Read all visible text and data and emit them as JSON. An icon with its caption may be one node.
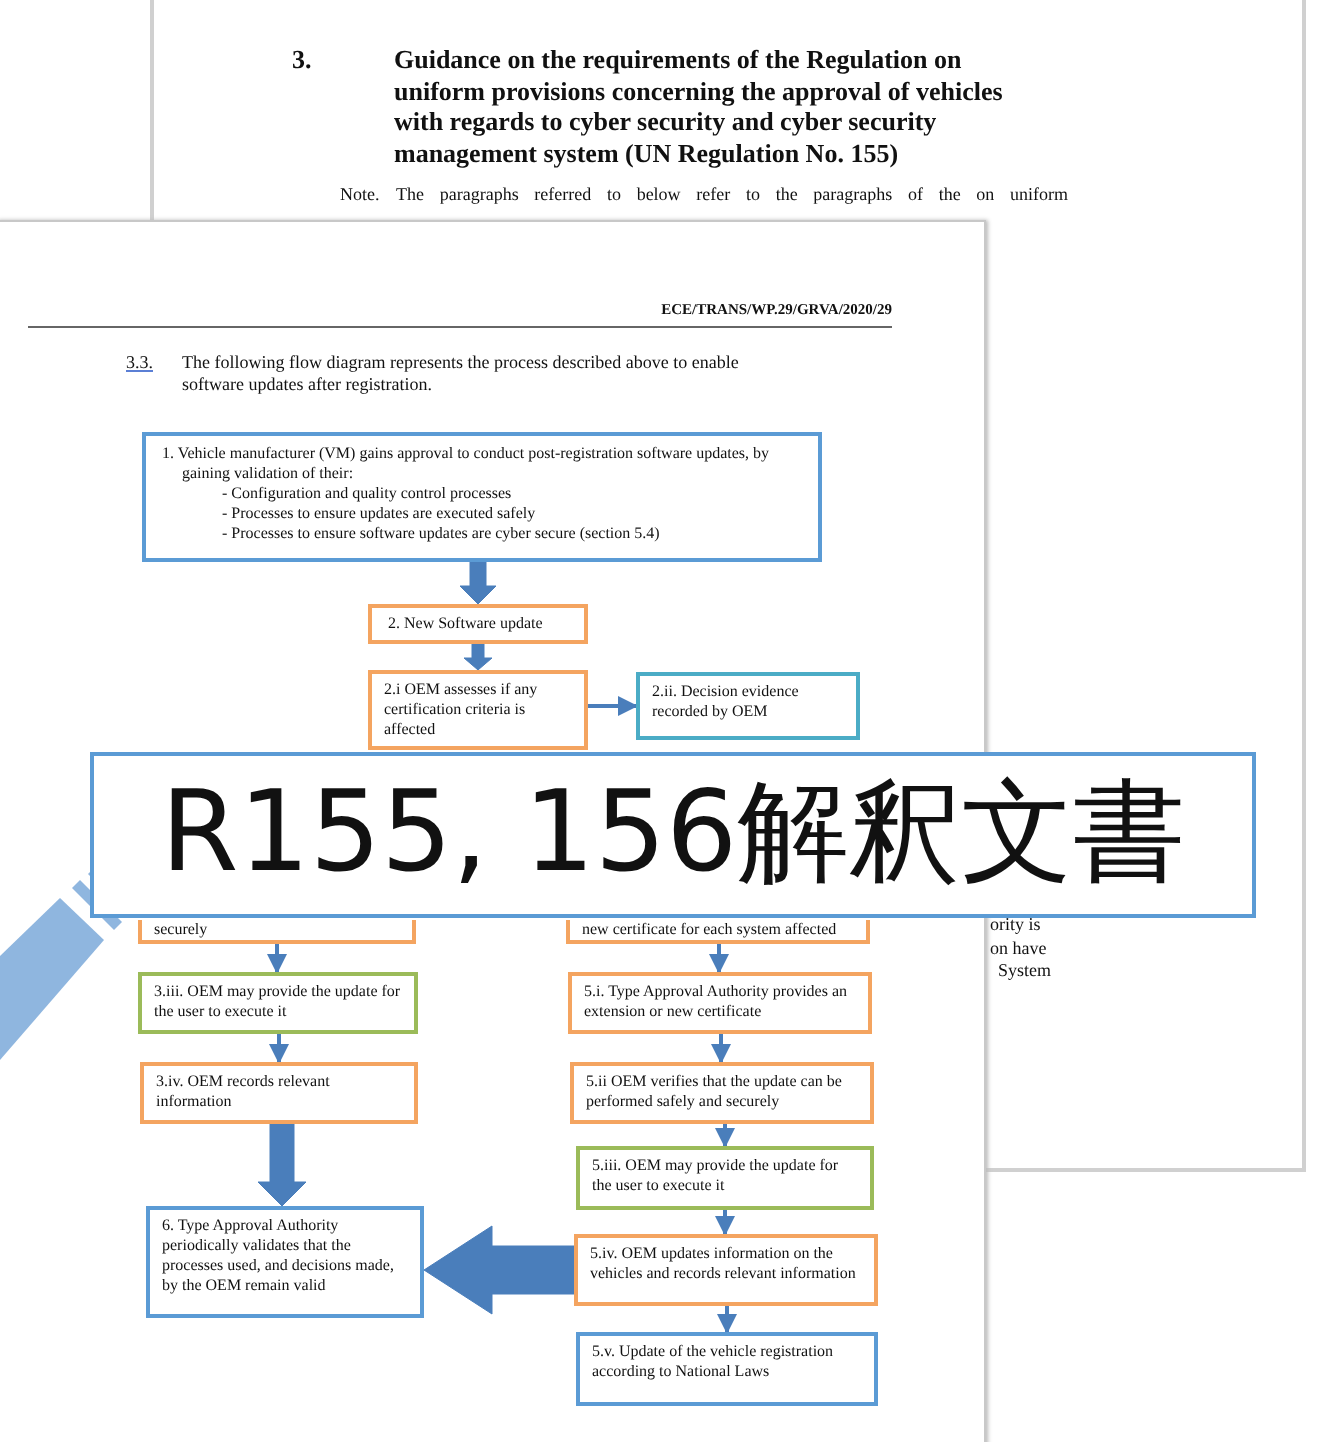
{
  "diagram": {
    "nodes": [
      {
        "text": [
          "1. Vehicle manufacturer (VM) gains approval to conduct post-registration software updates, by gaining validation of their:",
          "- Configuration and quality control processes",
          "- Processes to ensure updates are executed safely",
          "- Processes to ensure software updates are cyber secure (section 5.4)"
        ]
      },
      {
        "text": [
          "2. New Software update"
        ]
      },
      {
        "text": [
          "2.i OEM assesses if any certification criteria is affected"
        ]
      },
      {
        "text": [
          "2.ii. Decision evidence recorded by OEM"
        ]
      },
      {
        "text": [
          "R155, 156解釈文書"
        ]
      },
      {
        "text": [
          "securely"
        ]
      },
      {
        "text": [
          "new certificate for each system affected"
        ]
      },
      {
        "text": [
          "3.iii. OEM may provide the update for the user to execute it"
        ]
      },
      {
        "text": [
          "3.iv. OEM records relevant information"
        ]
      },
      {
        "text": [
          "6. Type Approval Authority periodically validates that the processes used, and decisions made, by the OEM remain valid"
        ]
      },
      {
        "text": [
          "5.i. Type Approval Authority provides an extension or new certificate"
        ]
      },
      {
        "text": [
          "5.ii OEM verifies that the update can be performed safely and securely"
        ]
      },
      {
        "text": [
          "5.iii. OEM may provide the update for the user to execute it"
        ]
      },
      {
        "text": [
          "5.iv. OEM updates information on the vehicles and records relevant information"
        ]
      },
      {
        "text": [
          "5.v. Update of the vehicle registration according to National Laws"
        ]
      }
    ],
    "edges": [
      {
        "from": 0,
        "to": 1,
        "arrow": "to",
        "style": "thick"
      },
      {
        "from": 1,
        "to": 2,
        "arrow": "to",
        "style": "thick"
      },
      {
        "from": 2,
        "to": 3,
        "arrow": "to"
      },
      {
        "from": 5,
        "to": 7,
        "arrow": "to"
      },
      {
        "from": 7,
        "to": 8,
        "arrow": "to"
      },
      {
        "from": 8,
        "to": 9,
        "arrow": "to",
        "style": "thick"
      },
      {
        "from": 6,
        "to": 10,
        "arrow": "to"
      },
      {
        "from": 10,
        "to": 11,
        "arrow": "to"
      },
      {
        "from": 11,
        "to": 12,
        "arrow": "to"
      },
      {
        "from": 12,
        "to": 13,
        "arrow": "to"
      },
      {
        "from": 13,
        "to": 14,
        "arrow": "to"
      },
      {
        "from": 13,
        "to": 9,
        "arrow": "to",
        "style": "thick"
      }
    ],
    "labels": [
      "3.",
      "Guidance on the requirements of the Regulation on uniform provisions concerning the approval of vehicles with regards to cyber security and cyber security management system (UN Regulation No. 155)",
      "Note.",
      "The paragraphs referred to below refer to the paragraphs of the on uniform",
      "ECE/TRANS/WP.29/GRVA/2020/29",
      "3.3.",
      "The following flow diagram represents the process described above to enable software updates after registration.",
      "ority is",
      "on have",
      "System"
    ]
  }
}
